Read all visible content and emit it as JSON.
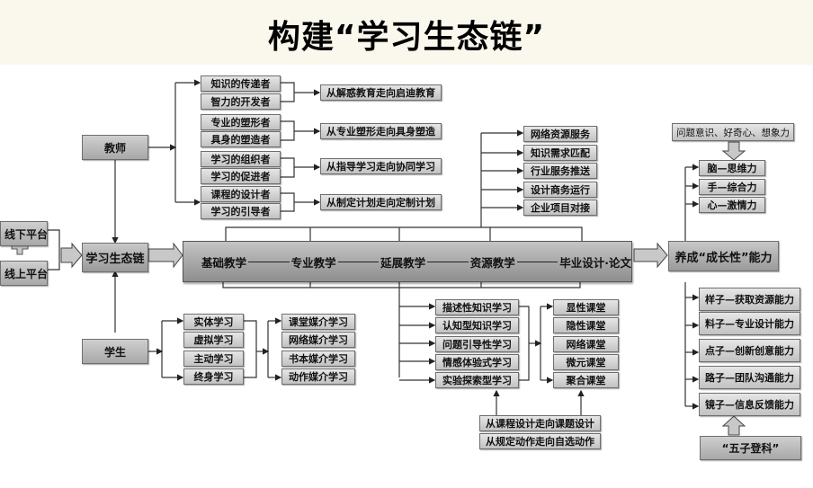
{
  "title": "构建“学习生态链”",
  "platforms": {
    "offline": "线下平台",
    "online": "线上平台",
    "plus_icon": "plus-icon"
  },
  "core": "学习生态链",
  "teacher": {
    "label": "教师",
    "roles": [
      "知识的传递者",
      "智力的开发者",
      "专业的塑形者",
      "具身的塑造者",
      "学习的组织者",
      "学习的促进者",
      "课程的设计者",
      "学习的引导者"
    ],
    "transitions": [
      "从解惑教育走向启迪教育",
      "从专业塑形走向具身塑造",
      "从指导学习走向协同学习",
      "从制定计划走向定制计划"
    ]
  },
  "student": {
    "label": "学生",
    "modes": [
      "实体学习",
      "虚拟学习",
      "主动学习",
      "终身学习"
    ],
    "media": [
      "课堂媒介学习",
      "网络媒介学习",
      "书本媒介学习",
      "动作媒介学习"
    ]
  },
  "main_bar": {
    "stages": [
      "基础教学",
      "专业教学",
      "延展教学",
      "资源教学",
      "毕业设计·论文"
    ]
  },
  "services": [
    "网络资源服务",
    "知识需求匹配",
    "行业服务推送",
    "设计商务运行",
    "企业项目对接"
  ],
  "learning_types": [
    "描述性知识学习",
    "认知型知识学习",
    "问题引导性学习",
    "情感体验式学习",
    "实验探索型学习"
  ],
  "classrooms": [
    "显性课堂",
    "隐性课堂",
    "网络课堂",
    "微元课堂",
    "聚合课堂"
  ],
  "design_shifts": [
    "从课程设计走向课题设计",
    "从规定动作走向自选动作"
  ],
  "outcome": {
    "label": "养成“成长性”能力",
    "qualities_source": "问题意识、好奇心、想象力",
    "qualities": [
      "脑—思维力",
      "手—综合力",
      "心—激情力"
    ],
    "abilities": [
      "样子—获取资源能力",
      "料子—专业设计能力",
      "点子—创新创意能力",
      "路子—团队沟通能力",
      "镜子—信息反馈能力"
    ],
    "abilities_source": "“五子登科”"
  },
  "colors": {
    "header_bg": "#faf7ec",
    "box_light": "#d6d6d6",
    "box_dark": "#9a9a9a",
    "line": "#333333"
  }
}
